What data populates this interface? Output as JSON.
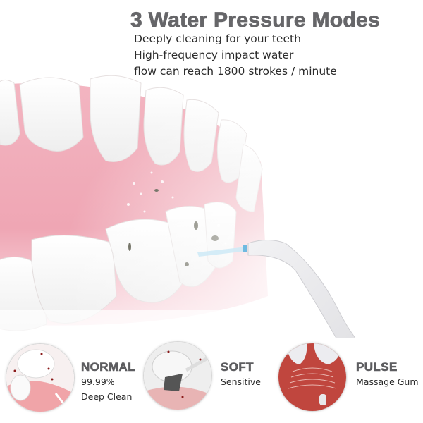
{
  "header": {
    "title": "3 Water Pressure Modes",
    "lines": [
      "Deeply cleaning for your teeth",
      "High-frequency impact water",
      "flow can reach 1800 strokes / minute"
    ]
  },
  "illustration": {
    "subject": "teeth-with-water-flosser-nozzle",
    "colors": {
      "gum": "#f1aab7",
      "tooth": "#fbfbfb",
      "nozzle": "#e9e9ec",
      "stream": "#bfe3f3",
      "accent_blue": "#2a6fd6"
    }
  },
  "modes": [
    {
      "name": "NORMAL",
      "desc_line1": "99.99%",
      "desc_line2": "Deep Clean"
    },
    {
      "name": "SOFT",
      "desc_line1": "Sensitive",
      "desc_line2": ""
    },
    {
      "name": "PULSE",
      "desc_line1": "Massage Gum",
      "desc_line2": ""
    }
  ]
}
